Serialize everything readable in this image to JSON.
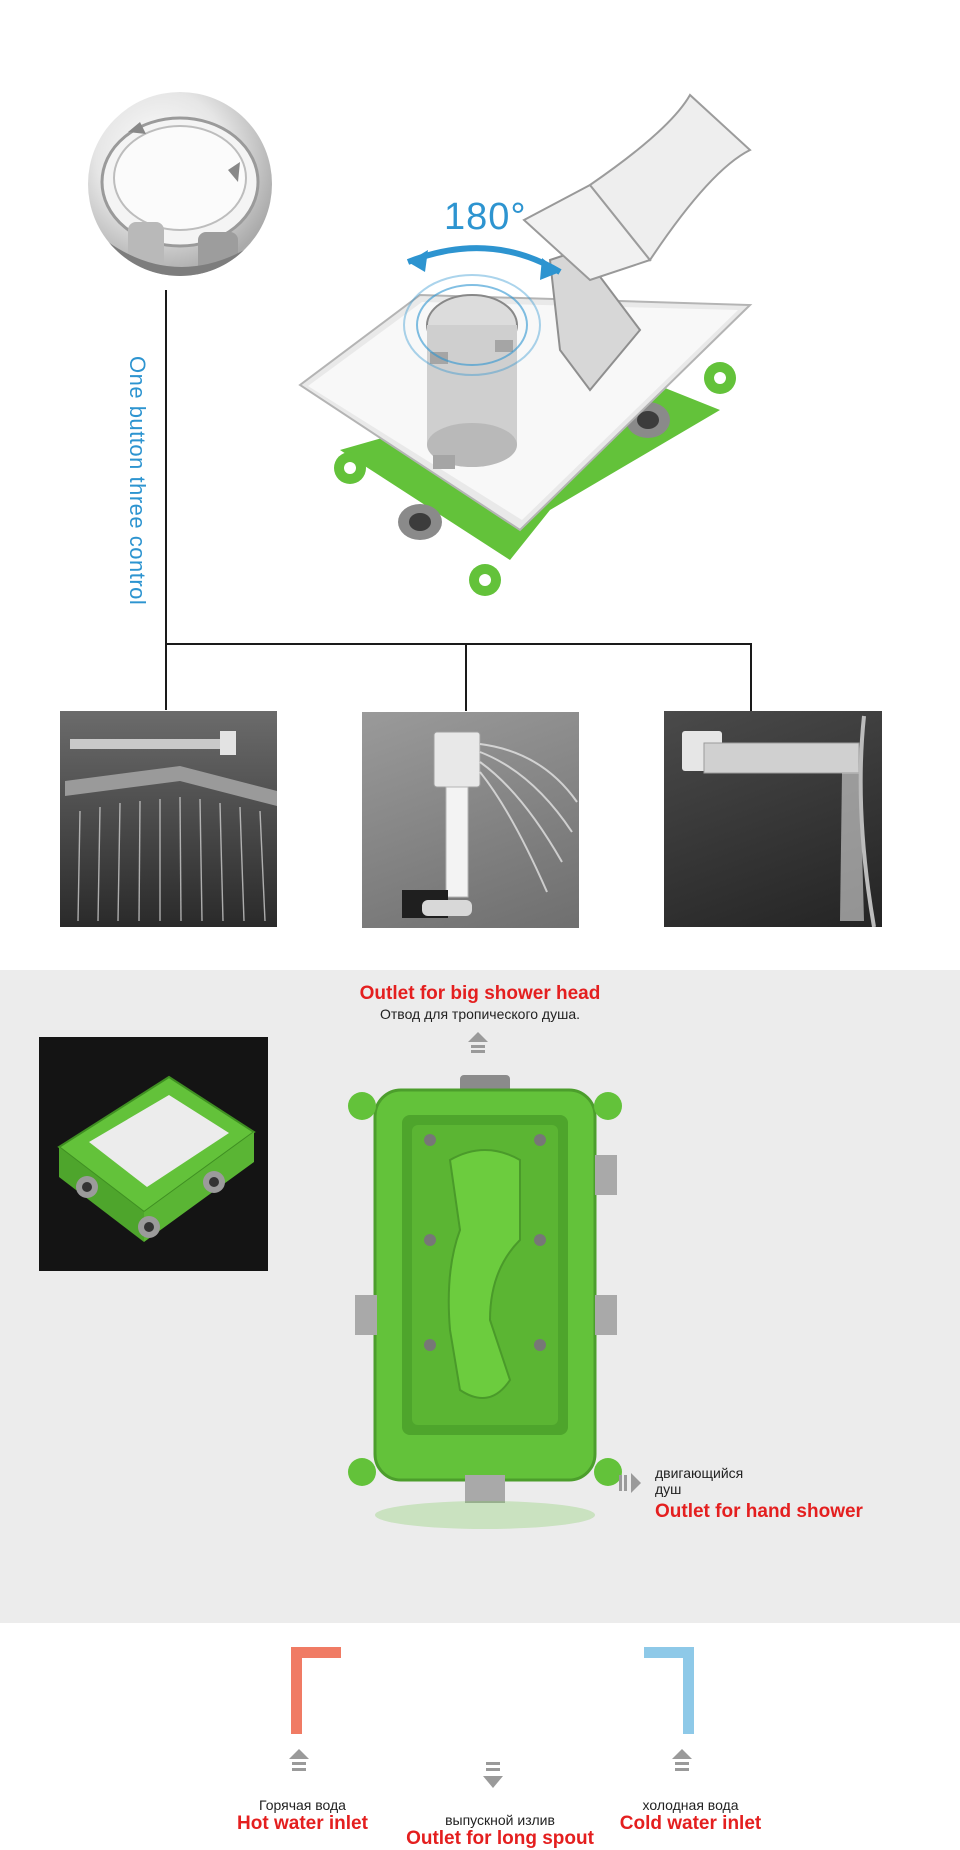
{
  "top": {
    "rotation_label": "180°",
    "vertical_caption": "One button three control"
  },
  "bottom": {
    "top_outlet": {
      "ru": "Отвод для тропического душа.",
      "en": "Outlet for big shower head"
    },
    "right_outlet": {
      "ru_line1": "двигающийся",
      "ru_line2": "душ",
      "en": "Outlet for hand shower"
    },
    "hot_inlet": {
      "ru": "Горячая вода",
      "en": "Hot water inlet"
    },
    "spout_outlet": {
      "ru": "выпускной излив",
      "en": "Outlet for long spout"
    },
    "cold_inlet": {
      "ru": "холодная вода",
      "en": "Cold water inlet"
    }
  },
  "colors": {
    "accent_blue": "#2d94d0",
    "label_red": "#e41f1f",
    "box_green": "#63c23a",
    "hot_marker": "#f07b64",
    "cold_marker": "#8ec9e8"
  },
  "icons": {
    "arrow": "up-arrow-icon",
    "side_arrow": "right-arrow-icon"
  }
}
